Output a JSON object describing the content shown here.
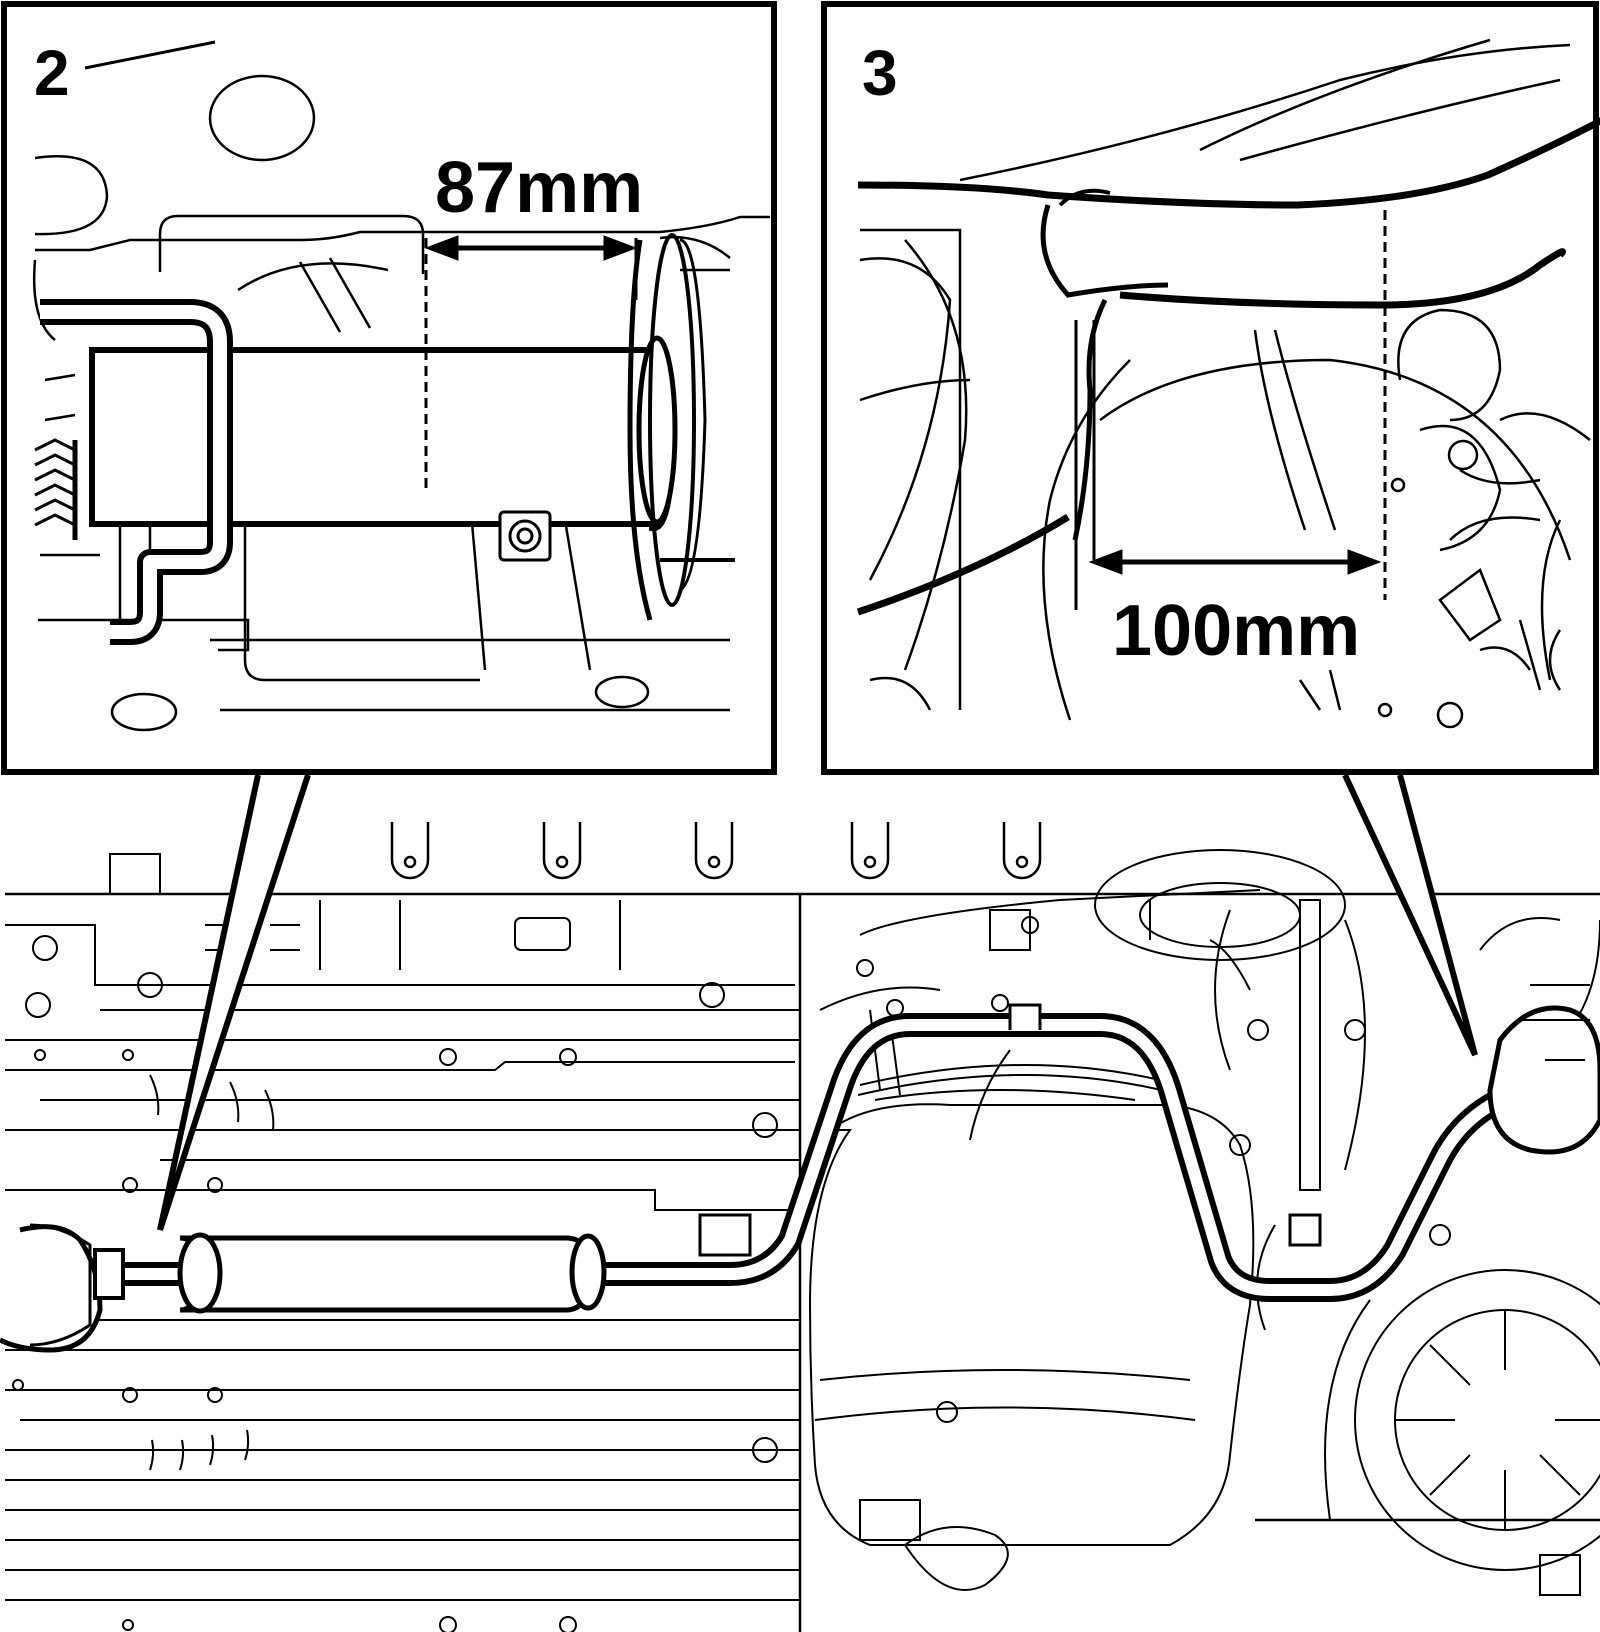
{
  "callouts": [
    {
      "number": "2",
      "measurement": "87mm"
    },
    {
      "number": "3",
      "measurement": "100mm"
    }
  ],
  "colors": {
    "line": "#000000",
    "background": "#ffffff"
  }
}
